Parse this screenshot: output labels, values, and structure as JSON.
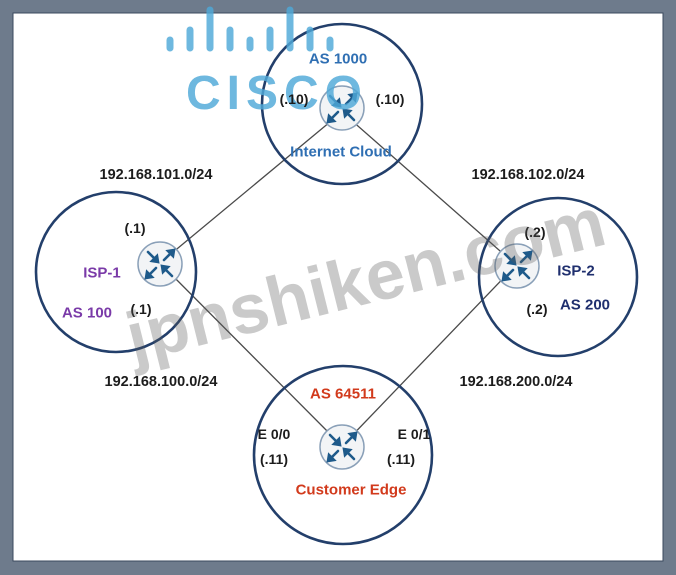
{
  "logo": {
    "text": "CISCO",
    "icon": "cisco-bars-icon",
    "color": "#4fa9d8"
  },
  "watermark": "jpnshiken.com",
  "nodes": {
    "internet_cloud": {
      "name": "Internet Cloud",
      "as": "AS 1000",
      "left_ip": "(.10)",
      "right_ip": "(.10)"
    },
    "isp1": {
      "name": "ISP-1",
      "as": "AS 100",
      "top_ip": "(.1)",
      "bottom_ip": "(.1)"
    },
    "isp2": {
      "name": "ISP-2",
      "as": "AS 200",
      "top_ip": "(.2)",
      "bottom_ip": "(.2)"
    },
    "customer_edge": {
      "name": "Customer Edge",
      "as": "AS 64511",
      "left_if": "E 0/0",
      "right_if": "E 0/1",
      "left_ip": "(.11)",
      "right_ip": "(.11)"
    }
  },
  "links": {
    "isp1_cloud": "192.168.101.0/24",
    "cloud_isp2": "192.168.102.0/24",
    "isp1_edge": "192.168.100.0/24",
    "isp2_edge": "192.168.200.0/24"
  },
  "colors": {
    "frame_bg": "#6e7b8c",
    "panel_bg": "#ffffff",
    "circle_stroke": "#233f6b",
    "link_line": "#4a4a4a",
    "router_fill": "#f2f4f6",
    "router_arrows": "#1e5a8a"
  }
}
